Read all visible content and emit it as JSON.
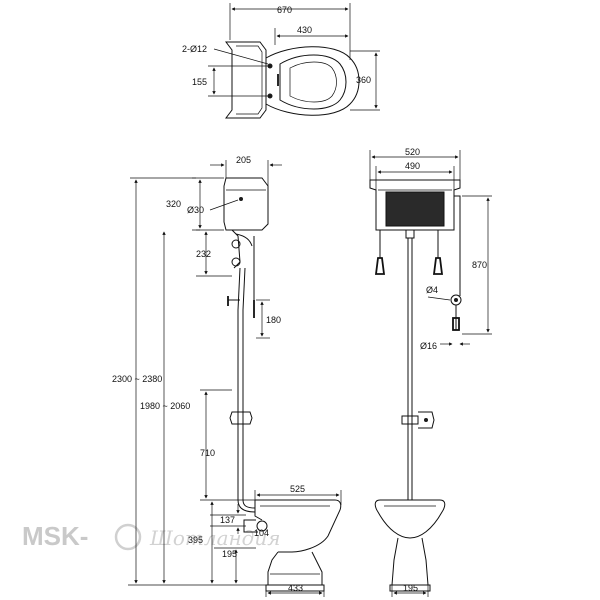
{
  "dimensions": {
    "top_width_total": "670",
    "top_width_bowl": "430",
    "top_holes": "2-Ø12",
    "top_hole_spacing": "155",
    "top_depth": "360",
    "side_cistern_depth": "205",
    "side_cistern_height": "320",
    "side_inlet": "Ø30",
    "side_bracket": "232",
    "side_overflow": "180",
    "side_total_height": "2300 ~ 2380",
    "side_cistern_bottom": "1980 ~ 2060",
    "side_pipe_joint": "710",
    "side_bowl_length": "525",
    "side_outlet_height": "137",
    "side_bowl_height": "395",
    "side_outlet_offset": "104",
    "side_outlet_low": "195",
    "side_base_width": "433",
    "front_cistern_width": "520",
    "front_cistern_inner": "490",
    "front_chain_length": "870",
    "front_small_hole": "Ø4",
    "front_overflow_pipe": "Ø16",
    "front_base_width": "195"
  },
  "watermark": {
    "text": "MSK-",
    "script": "Шотландия"
  }
}
